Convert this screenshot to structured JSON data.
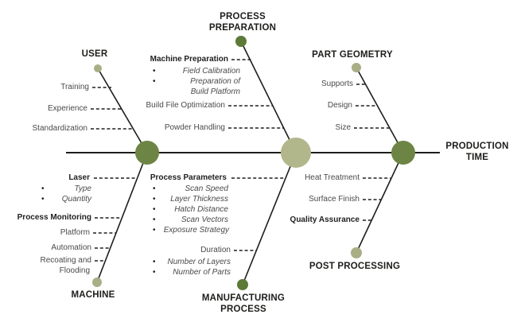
{
  "colors": {
    "node_dark": "#6d8544",
    "node_light": "#b2b68b",
    "dot_sage": "#a9ae85",
    "dot_dark": "#5d7a36",
    "line": "#1d1d1b"
  },
  "effect": {
    "line1": "PRODUCTION",
    "line2": "TIME"
  },
  "branches": {
    "user": {
      "title": "USER",
      "items": [
        "Training",
        "Experience",
        "Standardization"
      ]
    },
    "process_preparation": {
      "title1": "PROCESS",
      "title2": "PREPARATION",
      "machine_preparation": {
        "title": "Machine Preparation",
        "bullets": [
          "Field Calibration",
          "Preparation of",
          "Build Platform"
        ]
      },
      "items": [
        "Build File Optimization",
        "Powder Handling"
      ]
    },
    "part_geometry": {
      "title": "PART GEOMETRY",
      "items": [
        "Supports",
        "Design",
        "Size"
      ]
    },
    "machine": {
      "title": "MACHINE",
      "laser": {
        "title": "Laser",
        "bullets": [
          "Type",
          "Quantity"
        ]
      },
      "items": [
        "Process Monitoring",
        "Platform",
        "Automation",
        "Recoating and",
        "Flooding"
      ]
    },
    "manufacturing_process": {
      "title1": "MANUFACTURING",
      "title2": "PROCESS",
      "process_parameters": {
        "title": "Process Parameters",
        "bullets": [
          "Scan Speed",
          "Layer Thickness",
          "Hatch Distance",
          "Scan Vectors",
          "Exposure Strategy"
        ]
      },
      "duration": {
        "title": "Duration",
        "bullets": [
          "Number of Layers",
          "Number of Parts"
        ]
      }
    },
    "post_processing": {
      "title": "POST PROCESSING",
      "items": [
        "Heat Treatment",
        "Surface Finish",
        "Quality Assurance"
      ]
    }
  }
}
